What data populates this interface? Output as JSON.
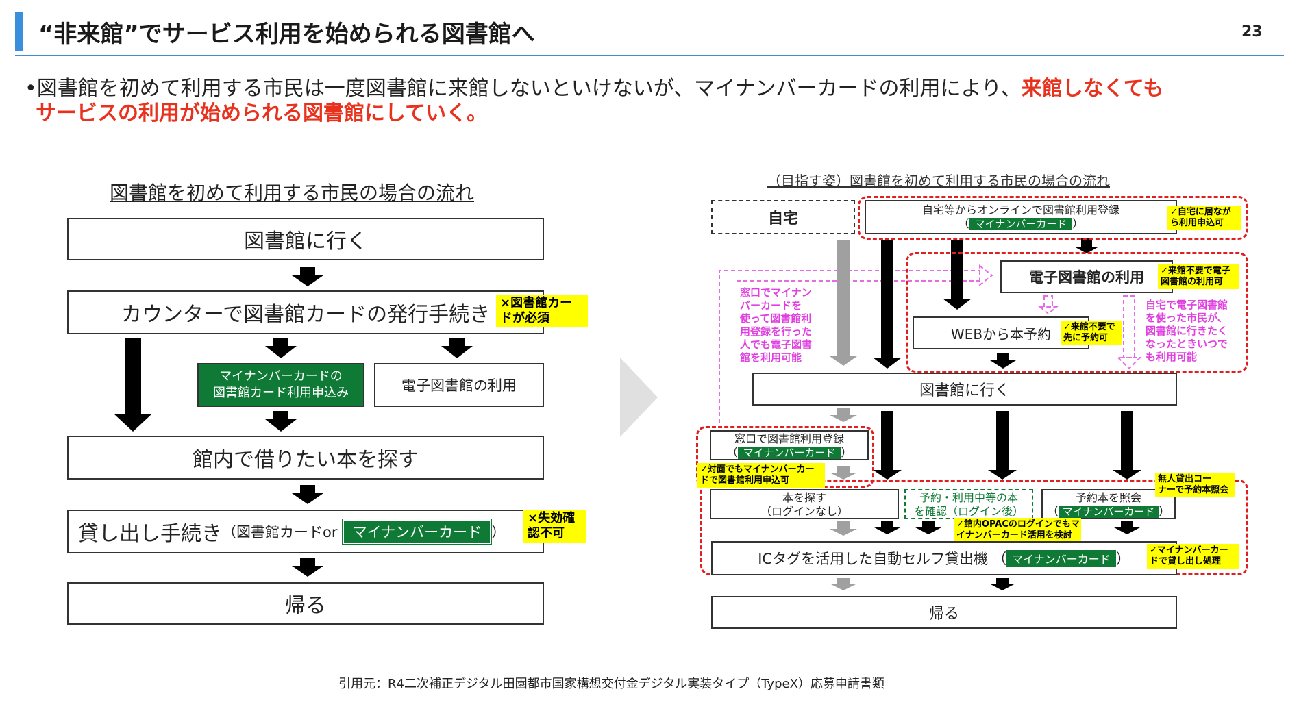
{
  "header": {
    "title": "“非来館”でサービス利用を始められる図書館へ",
    "page_number": "23",
    "accent_color": "#3a8fdc"
  },
  "lead": {
    "bullet": "•",
    "text_normal": "図書館を初めて利用する市民は一度図書館に来館しないといけないが、マイナンバーカードの利用により、",
    "text_red_1": "来館しなくても",
    "text_red_2": "サービスの利用が始められる図書館にしていく。",
    "red_color": "#e8321e"
  },
  "left": {
    "title": "図書館を初めて利用する市民の場合の流れ",
    "step1": "図書館に行く",
    "step2": "カウンターで図書館カードの発行手続き",
    "note_card": [
      "×図書館カー",
      "ドが必須"
    ],
    "mynumber_apply": [
      "マイナンバーカードの",
      "図書館カード利用申込み"
    ],
    "e_library": "電子図書館の利用",
    "step3": "館内で借りたい本を探す",
    "step4_main": "貸し出し手続き",
    "step4_sub": "（図書館カードor",
    "step4_badge": "マイナンバーカード",
    "step4_close": "）",
    "note_invalid": [
      "×失効確",
      "認不可"
    ],
    "step5": "帰る",
    "green_color": "#0f7a35"
  },
  "right": {
    "title": "（目指す姿）図書館を初めて利用する市民の場合の流れ",
    "home": "自宅",
    "online_reg": "自宅等からオンラインで図書館利用登録",
    "badge": "マイナンバーカード",
    "note_home": [
      "✓自宅に居なが",
      "ら利用申込可"
    ],
    "e_library": "電子図書館の利用",
    "note_elib": [
      "✓来館不要で電子",
      "図書館の利用可"
    ],
    "pink_left": [
      "窓口でマイナン",
      "バーカードを",
      "使って図書館利",
      "用登録を行った",
      "人でも電子図書",
      "館を利用可能"
    ],
    "pink_right": [
      "自宅で電子図書館",
      "を使った市民が、",
      "図書館に行きたく",
      "なったときいつで",
      "も利用可能"
    ],
    "web_reserve": "WEBから本予約",
    "note_web": [
      "✓来館不要で",
      "先に予約可"
    ],
    "go_library": "図書館に行く",
    "counter_reg": "窓口で図書館利用登録",
    "note_face": [
      "✓対面でもマイナンバーカー",
      "ドで図書館利用申込可"
    ],
    "search": [
      "本を探す",
      "（ログインなし）"
    ],
    "check": [
      "予約・利用中等の本",
      "を確認（ログイン後）"
    ],
    "reserved": "予約本を照会",
    "note_unmanned": [
      "無人貸出コー",
      "ナーで予約本照会"
    ],
    "note_opac": [
      "✓館内OPACのログインでもマ",
      "イナンバーカード活用を検討"
    ],
    "self_checkout": "ICタグを活用した自動セルフ貸出機",
    "note_self": [
      "✓マイナンバーカー",
      "ドで貸し出し処理"
    ],
    "return_home": "帰る"
  },
  "footer": {
    "citation": "引用元：R4二次補正デジタル田園都市国家構想交付金デジタル実装タイプ（TypeX）応募申請書類"
  }
}
